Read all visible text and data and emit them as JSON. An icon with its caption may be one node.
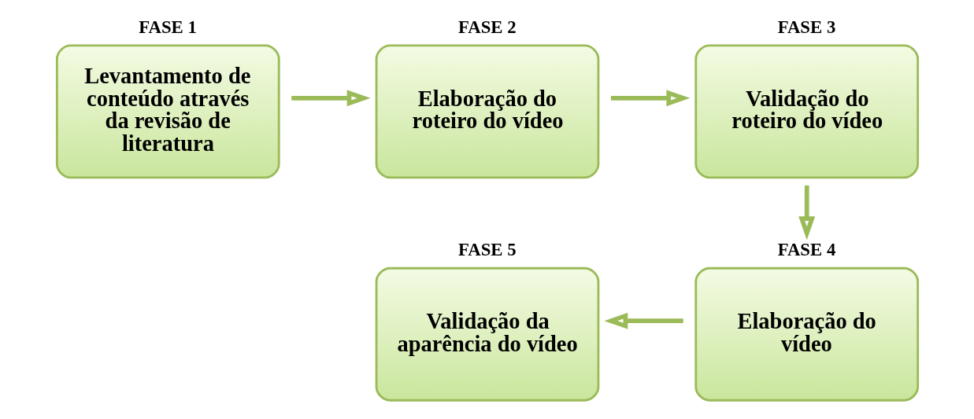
{
  "diagram": {
    "nodes": [
      {
        "text": [
          "FASE 1",
          "Levantamento de conteúdo através da revisão de literatura"
        ]
      },
      {
        "text": [
          "FASE 2",
          "Elaboração do roteiro do vídeo"
        ]
      },
      {
        "text": [
          "FASE 3",
          "Validação do roteiro do vídeo"
        ]
      },
      {
        "text": [
          "FASE 4",
          "Elaboração do vídeo"
        ]
      },
      {
        "text": [
          "FASE 5",
          "Validação da aparência do vídeo"
        ]
      }
    ],
    "edges": [
      {
        "from": 0,
        "to": 1,
        "arrow": "to"
      },
      {
        "from": 1,
        "to": 2,
        "arrow": "to"
      },
      {
        "from": 2,
        "to": 3,
        "arrow": "to"
      },
      {
        "from": 3,
        "to": 4,
        "arrow": "to"
      }
    ]
  }
}
